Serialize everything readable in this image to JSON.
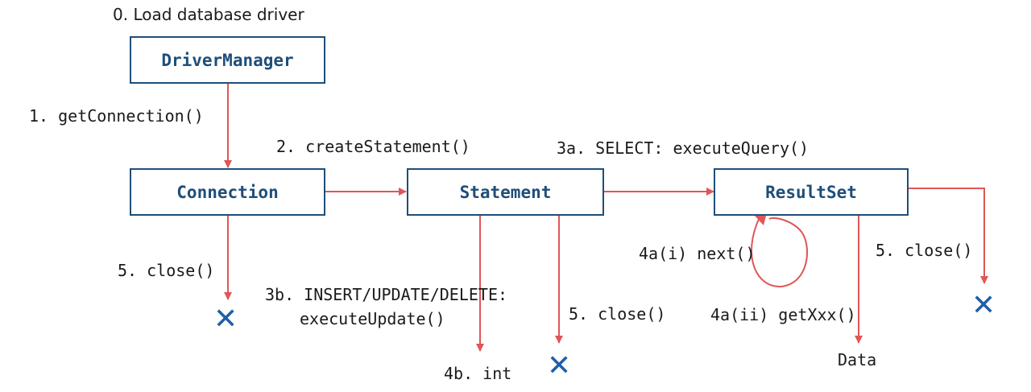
{
  "nodes": {
    "driver_manager": "DriverManager",
    "connection": "Connection",
    "statement": "Statement",
    "result_set": "ResultSet"
  },
  "labels": {
    "step0": "0. Load database driver",
    "step1": "1. getConnection()",
    "step2": "2. createStatement()",
    "step3a": "3a. SELECT: executeQuery()",
    "step3b_line1": "3b. INSERT/UPDATE/DELETE:",
    "step3b_line2": "executeUpdate()",
    "step4a_i": "4a(i) next()",
    "step4a_ii": "4a(ii) getXxx()",
    "step4b": "4b. int",
    "close_connection": "5. close()",
    "close_statement": "5. close()",
    "close_resultset": "5. close()",
    "data": "Data"
  },
  "colors": {
    "box_border": "#1f4e79",
    "box_text": "#1f4e79",
    "arrow": "#e05656",
    "terminator": "#1f5fa8"
  },
  "icons": {
    "terminator": "close-icon"
  }
}
